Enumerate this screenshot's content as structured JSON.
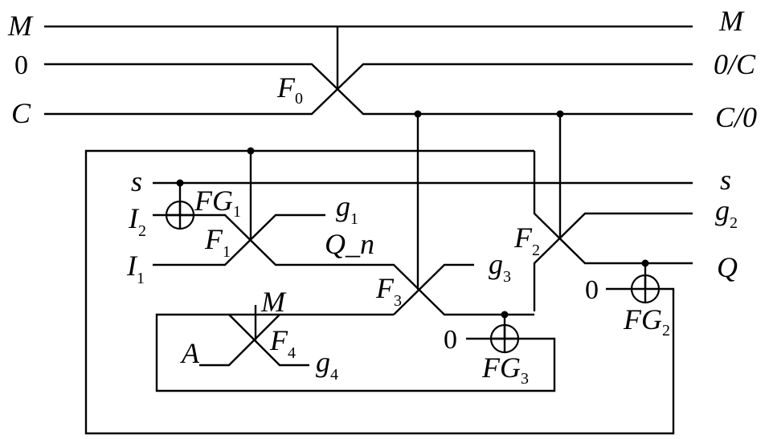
{
  "inputs": {
    "M": "M",
    "zero": "0",
    "C": "C",
    "s": "s",
    "I2": {
      "base": "I",
      "sub": "2"
    },
    "I1": {
      "base": "I",
      "sub": "1"
    },
    "A": "A"
  },
  "outputs": {
    "M": "M",
    "zero_or_C": "0/C",
    "C_or_zero": "C/0",
    "s": "s",
    "g2": {
      "base": "g",
      "sub": "2"
    },
    "Q": "Q"
  },
  "internal": {
    "g1": {
      "base": "g",
      "sub": "1"
    },
    "g3": {
      "base": "g",
      "sub": "3"
    },
    "g4": {
      "base": "g",
      "sub": "4"
    },
    "Q_n": "Q_n",
    "M_f4": "M"
  },
  "constants": {
    "fg3_zero": "0",
    "fg2_zero": "0"
  },
  "gates": {
    "F0": {
      "base": "F",
      "sub": "0"
    },
    "F1": {
      "base": "F",
      "sub": "1"
    },
    "F2": {
      "base": "F",
      "sub": "2"
    },
    "F3": {
      "base": "F",
      "sub": "3"
    },
    "F4": {
      "base": "F",
      "sub": "4"
    },
    "FG1": {
      "base": "FG",
      "sub": "1"
    },
    "FG2": {
      "base": "FG",
      "sub": "2"
    },
    "FG3": {
      "base": "FG",
      "sub": "3"
    }
  }
}
